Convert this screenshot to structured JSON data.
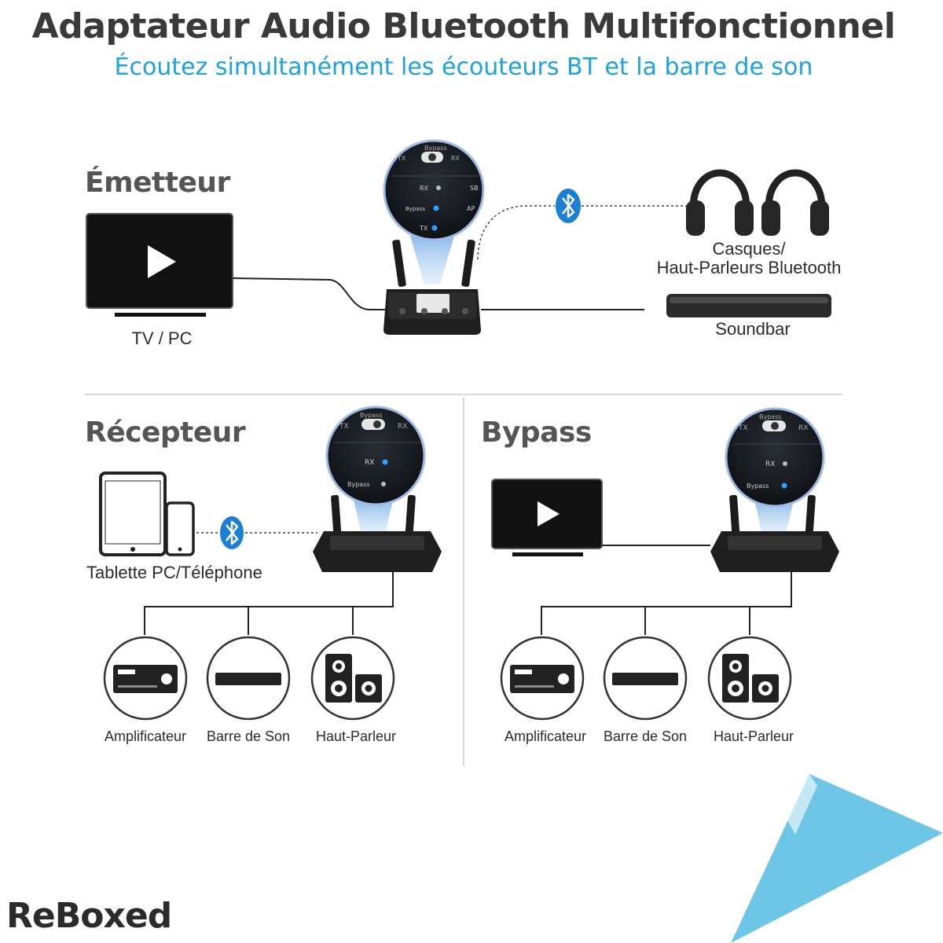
{
  "header": {
    "title": "Adaptateur Audio Bluetooth Multifonctionnel",
    "subtitle": "Écoutez simultanément les écouteurs BT et la barre de son"
  },
  "transmitter": {
    "title": "Émetteur",
    "source_label": "TV / PC",
    "headphones_label_line1": "Casques/",
    "headphones_label_line2": "Haut-Parleurs Bluetooth",
    "soundbar_label": "Soundbar",
    "zoom": {
      "switch_label": "Bypass",
      "tx": "TX",
      "rx": "RX",
      "led1": "RX",
      "led2": "Bypass",
      "led3": "TX",
      "side1": "SB",
      "side2": "AP"
    }
  },
  "receiver": {
    "title": "Récepteur",
    "source_label": "Tablette PC/Téléphone",
    "zoom": {
      "switch_label": "Bypass",
      "tx": "TX",
      "rx": "RX",
      "led1": "RX",
      "led2": "Bypass"
    },
    "outputs": [
      "Amplificateur",
      "Barre de Son",
      "Haut-Parleur"
    ]
  },
  "bypass": {
    "title": "Bypass",
    "zoom": {
      "switch_label": "Bypass",
      "tx": "TX",
      "rx": "RX",
      "led1": "RX",
      "led2": "Bypass"
    },
    "outputs": [
      "Amplificateur",
      "Barre de Son",
      "Haut-Parleur"
    ]
  },
  "brand": {
    "logo": "ReBoxed"
  },
  "colors": {
    "accent": "#1aa3e0",
    "bluetooth": "#1c7fd6",
    "device": "#1f1f1f",
    "corner": "#6ec6e6"
  }
}
